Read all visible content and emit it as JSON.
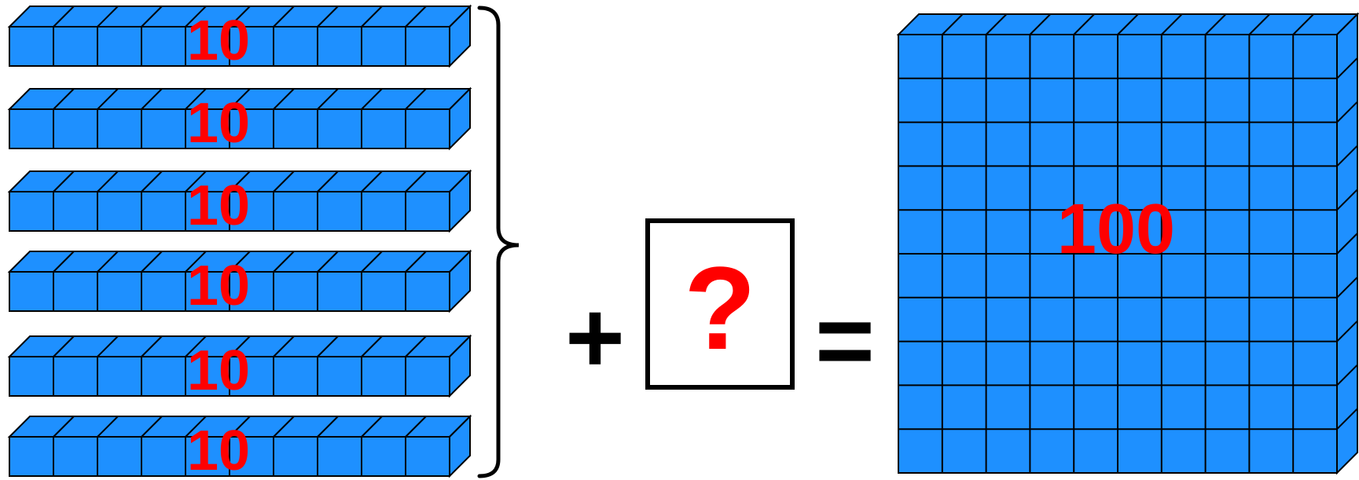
{
  "rods": [
    {
      "label": "10"
    },
    {
      "label": "10"
    },
    {
      "label": "10"
    },
    {
      "label": "10"
    },
    {
      "label": "10"
    },
    {
      "label": "10"
    }
  ],
  "equation": {
    "plus": "+",
    "unknown": "?",
    "equals": "="
  },
  "flat": {
    "label": "100"
  },
  "colors": {
    "block_fill": "#1e90ff",
    "outline": "#000000",
    "label": "#ff0000"
  }
}
